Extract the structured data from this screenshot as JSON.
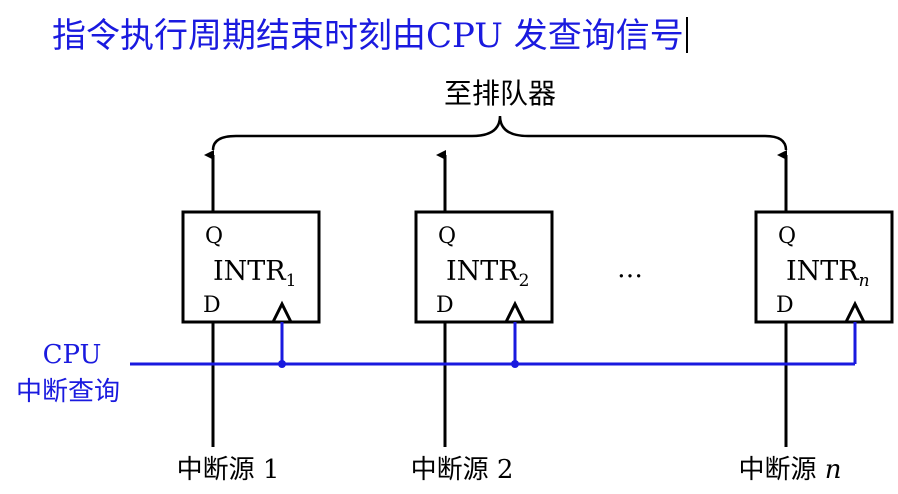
{
  "title": "指令执行周期结束时刻由CPU 发查询信号",
  "queue_label": "至排队器",
  "cpu_signal": {
    "line1": "CPU",
    "line2": "中断查询"
  },
  "ellipsis": "…",
  "flipflops": [
    {
      "q": "Q",
      "d": "D",
      "name": "INTR",
      "sub": "1",
      "source_prefix": "中断源 ",
      "source_index": "1"
    },
    {
      "q": "Q",
      "d": "D",
      "name": "INTR",
      "sub": "2",
      "source_prefix": "中断源 ",
      "source_index": "2"
    },
    {
      "q": "Q",
      "d": "D",
      "name": "INTR",
      "sub": "n",
      "source_prefix": "中断源 ",
      "source_index": "n"
    }
  ],
  "colors": {
    "title": "#1a1adf",
    "signal": "#1a1adf",
    "wire": "#000000"
  }
}
